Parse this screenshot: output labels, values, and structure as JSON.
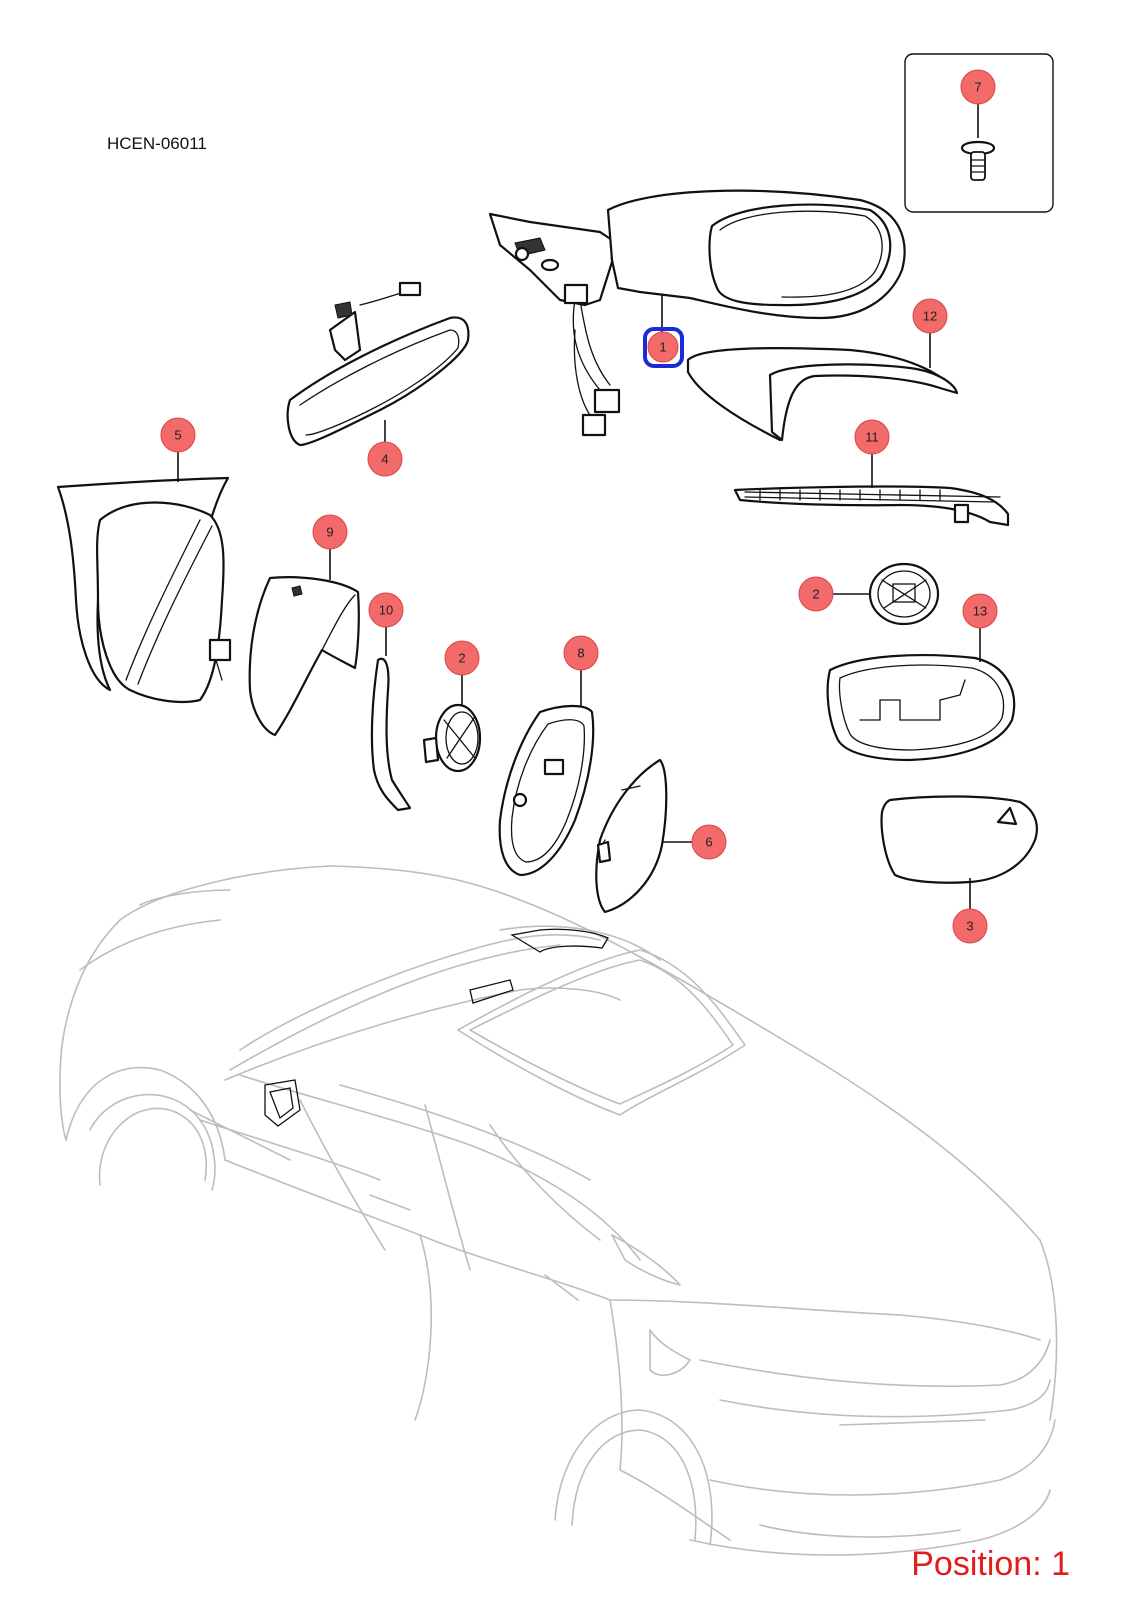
{
  "drawing_code": "HCEN-06011",
  "position_label": "Position: 1",
  "colors": {
    "callout_fill": "#f36a6a",
    "highlight_border": "#1a2bd6",
    "position_text": "#e21b1b",
    "car_outline": "#bdbdbd"
  },
  "callouts": [
    {
      "id": "c1",
      "label": "1",
      "highlighted": true
    },
    {
      "id": "c2a",
      "label": "2",
      "highlighted": false
    },
    {
      "id": "c2b",
      "label": "2",
      "highlighted": false
    },
    {
      "id": "c3",
      "label": "3",
      "highlighted": false
    },
    {
      "id": "c4",
      "label": "4",
      "highlighted": false
    },
    {
      "id": "c5",
      "label": "5",
      "highlighted": false
    },
    {
      "id": "c6",
      "label": "6",
      "highlighted": false
    },
    {
      "id": "c7",
      "label": "7",
      "highlighted": false
    },
    {
      "id": "c8",
      "label": "8",
      "highlighted": false
    },
    {
      "id": "c9",
      "label": "9",
      "highlighted": false
    },
    {
      "id": "c10",
      "label": "10",
      "highlighted": false
    },
    {
      "id": "c11",
      "label": "11",
      "highlighted": false
    },
    {
      "id": "c12",
      "label": "12",
      "highlighted": false
    },
    {
      "id": "c13",
      "label": "13",
      "highlighted": false
    }
  ]
}
